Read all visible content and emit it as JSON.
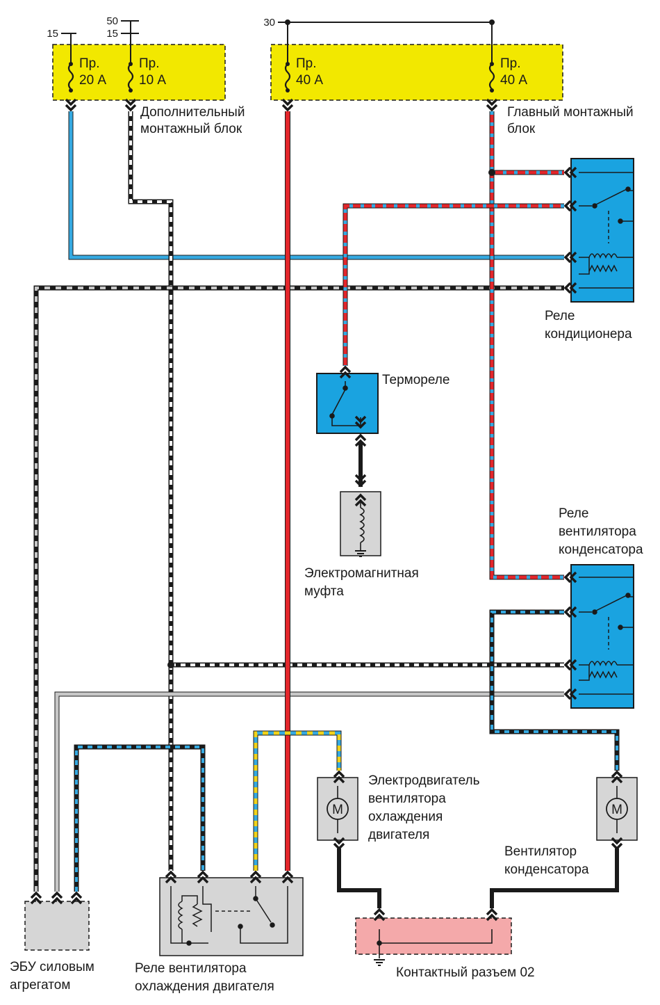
{
  "colors": {
    "fuse_block": "#f2e800",
    "relay_blue": "#1aa3e0",
    "component_gray": "#d6d6d6",
    "connector_pink": "#f4a9aa",
    "red": "#e3262b",
    "blue": "#35a9e1",
    "black": "#1a1a1a",
    "gray_wire": "#b5b5b5",
    "yellow": "#f2d31a"
  },
  "terminals": {
    "t15_left": "15",
    "t50": "50",
    "t15_mid": "15",
    "t30": "30"
  },
  "fuses": [
    {
      "name": "Пр.",
      "rating": "20 А"
    },
    {
      "name": "Пр.",
      "rating": "10 А"
    },
    {
      "name": "Пр.",
      "rating": "40 А"
    },
    {
      "name": "Пр.",
      "rating": "40 А"
    }
  ],
  "labels": {
    "aux_block": [
      "Дополнительный",
      "монтажный блок"
    ],
    "main_block": [
      "Главный монтажный",
      "блок"
    ],
    "ac_relay": [
      "Реле",
      "кондиционера"
    ],
    "thermo_relay": [
      "Термореле"
    ],
    "em_clutch": [
      "Электромагнитная",
      "муфта"
    ],
    "cond_fan_relay": [
      "Реле",
      "вентилятора",
      "конденсатора"
    ],
    "engine_fan_motor": [
      "Электродвигатель",
      "вентилятора",
      "охлаждения",
      "двигателя"
    ],
    "cond_fan": [
      "Вентилятор",
      "конденсатора"
    ],
    "ecu": [
      "ЭБУ силовым",
      "агрегатом"
    ],
    "engine_fan_relay": [
      "Реле вентилятора",
      "охлаждения двигателя"
    ],
    "connector": [
      "Контактный разъем 02"
    ]
  },
  "icons": {
    "motor_symbol": "M",
    "ground": "ground-icon",
    "fuse": "fuse-icon",
    "relay_coil": "coil-icon",
    "relay_switch": "switch-icon"
  }
}
